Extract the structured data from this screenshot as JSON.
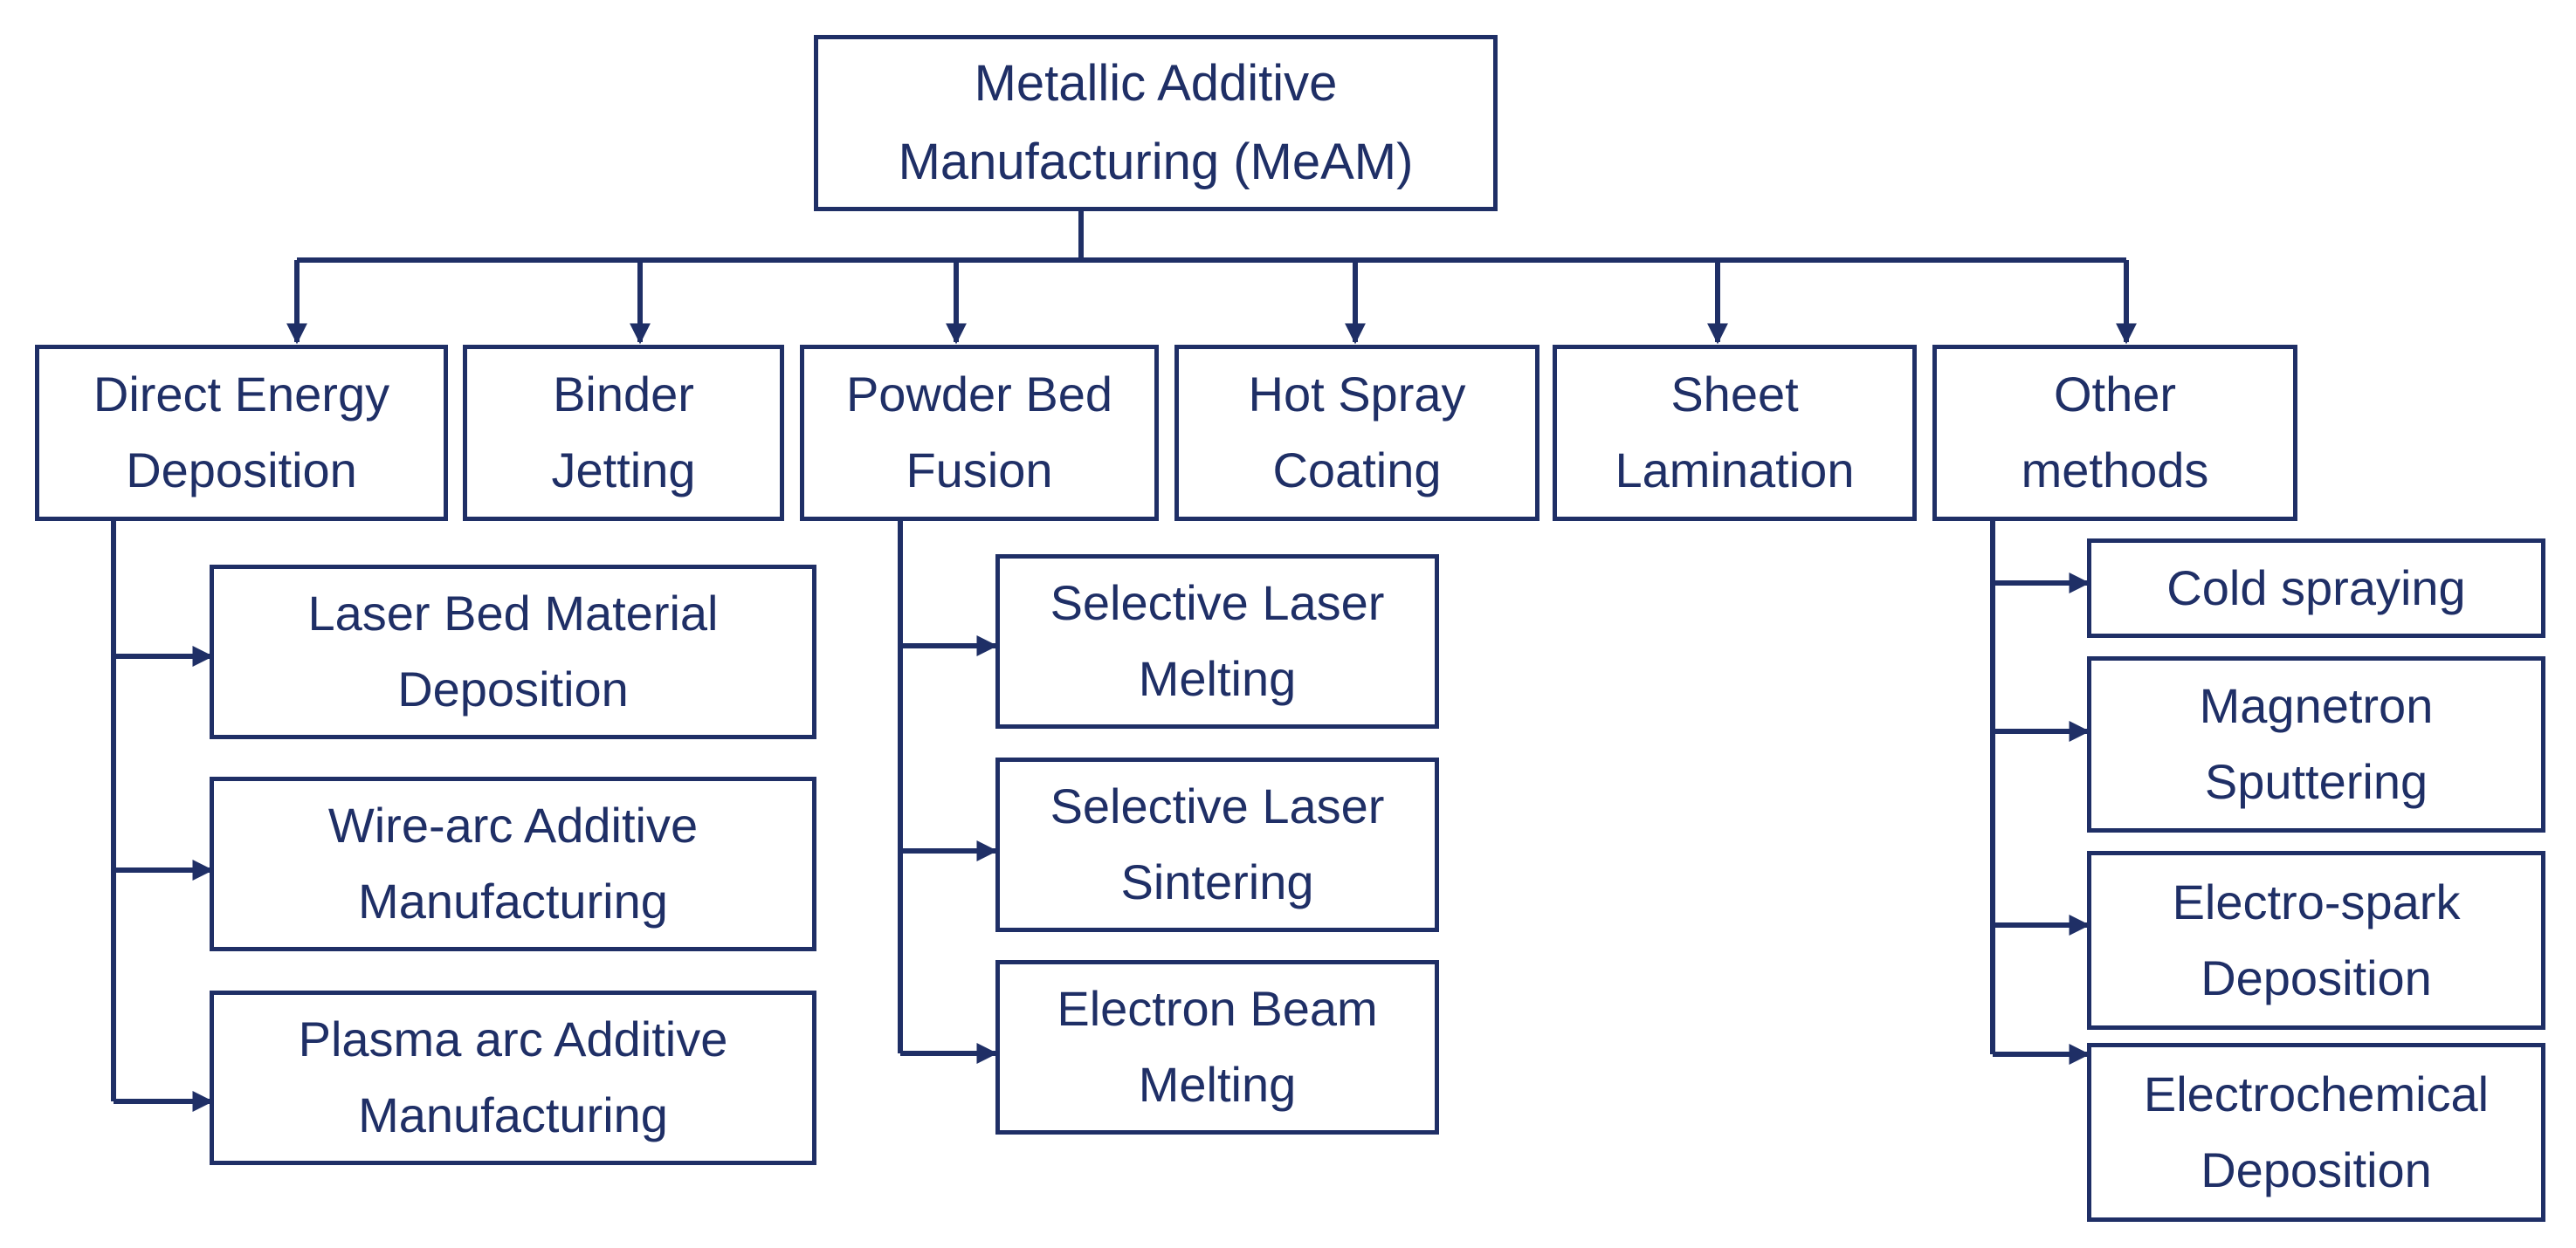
{
  "colors": {
    "stroke": "#1f2f66",
    "text": "#1f2f66",
    "background": "#ffffff"
  },
  "root": {
    "label": "Metallic Additive\nManufacturing (MeAM)"
  },
  "categories": [
    {
      "label": "Direct Energy\nDeposition",
      "children": [
        {
          "label": "Laser Bed Material\nDeposition"
        },
        {
          "label": "Wire-arc Additive\nManufacturing"
        },
        {
          "label": "Plasma arc Additive\nManufacturing"
        }
      ]
    },
    {
      "label": "Binder\nJetting",
      "children": []
    },
    {
      "label": "Powder Bed\nFusion",
      "children": [
        {
          "label": "Selective Laser\nMelting"
        },
        {
          "label": "Selective Laser\nSintering"
        },
        {
          "label": "Electron Beam\nMelting"
        }
      ]
    },
    {
      "label": "Hot Spray\nCoating",
      "children": []
    },
    {
      "label": "Sheet\nLamination",
      "children": []
    },
    {
      "label": "Other\nmethods",
      "children": [
        {
          "label": "Cold spraying"
        },
        {
          "label": "Magnetron\nSputtering"
        },
        {
          "label": "Electro-spark\nDeposition"
        },
        {
          "label": "Electrochemical\nDeposition"
        }
      ]
    }
  ]
}
